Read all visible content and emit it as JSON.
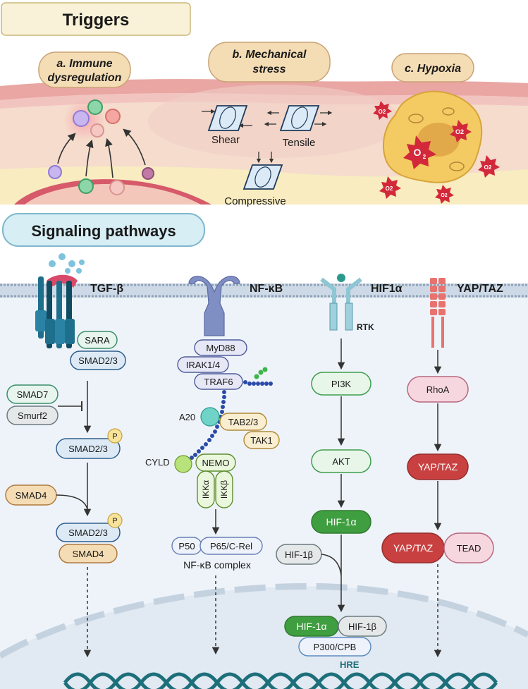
{
  "triggers": {
    "title": "Triggers",
    "a": {
      "line1": "a. Immune",
      "line2": "dysregulation"
    },
    "b": {
      "line1": "b. Mechanical",
      "line2": "stress"
    },
    "c": {
      "label": "c. Hypoxia"
    },
    "stress_labels": {
      "shear": "Shear",
      "tensile": "Tensile",
      "compressive": "Compressive"
    },
    "o2": "O2",
    "o2_main": "O",
    "o2_sub": "2"
  },
  "signaling": {
    "title": "Signaling pathways",
    "tgf": {
      "name": "TGF-β",
      "sara": "SARA",
      "smad23_a": "SMAD2/3",
      "smad7": "SMAD7",
      "smurf2": "Smurf2",
      "smad23_b": "SMAD2/3",
      "p1": "P",
      "smad4_a": "SMAD4",
      "smad23_c": "SMAD2/3",
      "p2": "P",
      "smad4_b": "SMAD4"
    },
    "nfkb": {
      "name": "NF-κB",
      "myd88": "MyD88",
      "irak": "IRAK1/4",
      "traf6": "TRAF6",
      "a20": "A20",
      "tab23": "TAB2/3",
      "tak1": "TAK1",
      "cyld": "CYLD",
      "nemo": "NEMO",
      "ikka": "IKKα",
      "ikkb": "IKKβ",
      "p50": "P50",
      "p65": "P65/C-Rel",
      "complex": "NF-κB complex"
    },
    "hif": {
      "name": "HIF1α",
      "rtk": "RTK",
      "pi3k": "PI3K",
      "akt": "AKT",
      "hif1a": "HIF-1α",
      "hif1b": "HIF-1β",
      "hif1a_n": "HIF-1α",
      "hif1b_n": "HIF-1β",
      "p300": "P300/CPB",
      "hre": "HRE"
    },
    "yap": {
      "name": "YAP/TAZ",
      "rhoa": "RhoA",
      "yaptaz_a": "YAP/TAZ",
      "yaptaz_b": "YAP/TAZ",
      "tead": "TEAD"
    }
  }
}
